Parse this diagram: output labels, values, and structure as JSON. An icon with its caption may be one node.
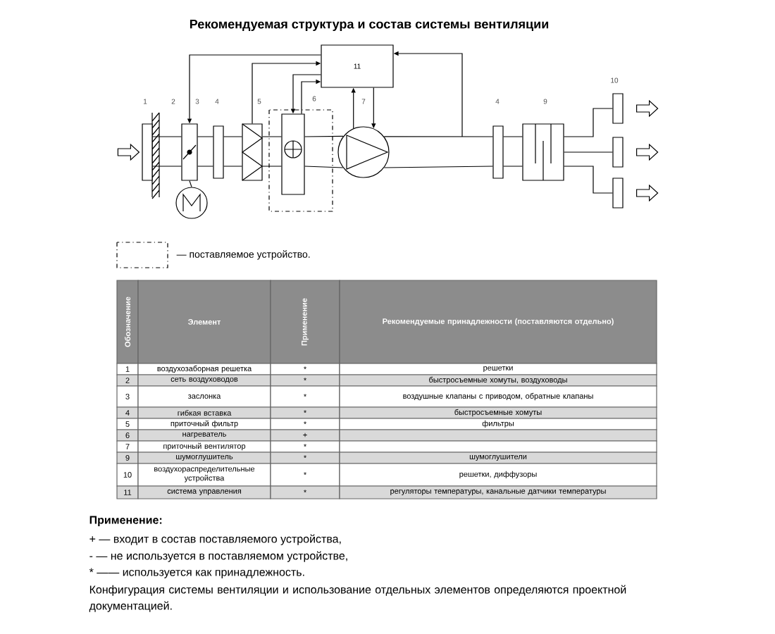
{
  "diagram": {
    "title": "Рекомендуемая структура и состав системы вентиляции",
    "nodes": [
      {
        "text": [
          "11"
        ]
      },
      {
        "text": [],
        "shape": "box"
      },
      {
        "text": [],
        "shape": "box"
      },
      {
        "text": [],
        "shape": "circle"
      },
      {
        "text": [],
        "shape": "box"
      },
      {
        "text": [],
        "shape": "box"
      },
      {
        "text": [],
        "shape": "box"
      },
      {
        "text": [],
        "shape": "circle"
      },
      {
        "text": [],
        "shape": "box"
      },
      {
        "text": [],
        "shape": "box"
      },
      {
        "text": [],
        "shape": "box"
      },
      {
        "text": [],
        "shape": "box"
      },
      {
        "text": [],
        "shape": "box"
      }
    ],
    "edges": [
      {
        "from": 0,
        "to": 2,
        "arrow": "to"
      },
      {
        "from": 2,
        "to": 3,
        "arrow": "none"
      },
      {
        "from": 5,
        "to": 0,
        "arrow": "to"
      },
      {
        "from": 0,
        "to": 6,
        "arrow": "to"
      },
      {
        "from": 6,
        "to": 0,
        "arrow": "to"
      },
      {
        "from": 7,
        "to": 0,
        "arrow": "to"
      },
      {
        "from": 0,
        "to": 7,
        "arrow": "to"
      },
      {
        "from": null,
        "to": 0,
        "arrow": "to"
      },
      {
        "from": 9,
        "to": 10,
        "arrow": "none"
      },
      {
        "from": 9,
        "to": 11,
        "arrow": "none"
      },
      {
        "from": 9,
        "to": 12,
        "arrow": "none"
      },
      {
        "from": 1,
        "to": 2,
        "arrow": "none"
      },
      {
        "from": 2,
        "to": 4,
        "arrow": "none"
      },
      {
        "from": 4,
        "to": 5,
        "arrow": "none"
      },
      {
        "from": 5,
        "to": 6,
        "arrow": "none"
      },
      {
        "from": 6,
        "to": 7,
        "arrow": "none"
      },
      {
        "from": 7,
        "to": 8,
        "arrow": "none"
      },
      {
        "from": 8,
        "to": 9,
        "arrow": "none"
      },
      {
        "from": null,
        "to": 1,
        "arrow": "to"
      },
      {
        "from": 10,
        "to": null,
        "arrow": "to"
      },
      {
        "from": 11,
        "to": null,
        "arrow": "to"
      },
      {
        "from": 12,
        "to": null,
        "arrow": "to"
      }
    ],
    "labels": [
      "1",
      "2",
      "3",
      "4",
      "5",
      "6",
      "7",
      "4",
      "9",
      "10",
      "Обозначение",
      "Элемент",
      "Применение",
      "Рекомендуемые принадлежности (поставляются отдельно)",
      "1",
      "воздухозаборная решетка",
      "*",
      "решетки",
      "2",
      "сеть воздуховодов",
      "*",
      "быстросъемные хомуты, воздуховоды",
      "3",
      "заслонка",
      "*",
      "воздушные клапаны с приводом, обратные клапаны",
      "4",
      "гибкая вставка",
      "*",
      "быстросъемные хомуты",
      "5",
      "приточный фильтр",
      "*",
      "фильтры",
      "6",
      "нагреватель",
      "+",
      "7",
      "приточный вентилятор",
      "*",
      "9",
      "шумоглушитель",
      "*",
      "шумоглушители",
      "10",
      "воздухораспределительные устройства",
      "*",
      "решетки, диффузоры",
      "11",
      "система управления",
      "*",
      "регуляторы температуры, канальные датчики температуры",
      "Применение:",
      "+ — входит в состав поставляемого устройства,",
      "- — не используется в поставляемом устройстве,",
      "* —— используется как принадлежность.",
      "Конфигурация системы вентиляции и использование отдельных элементов определяются проектной документацией."
    ],
    "legend": [
      {
        "text": "— поставляемое устройство."
      }
    ]
  }
}
